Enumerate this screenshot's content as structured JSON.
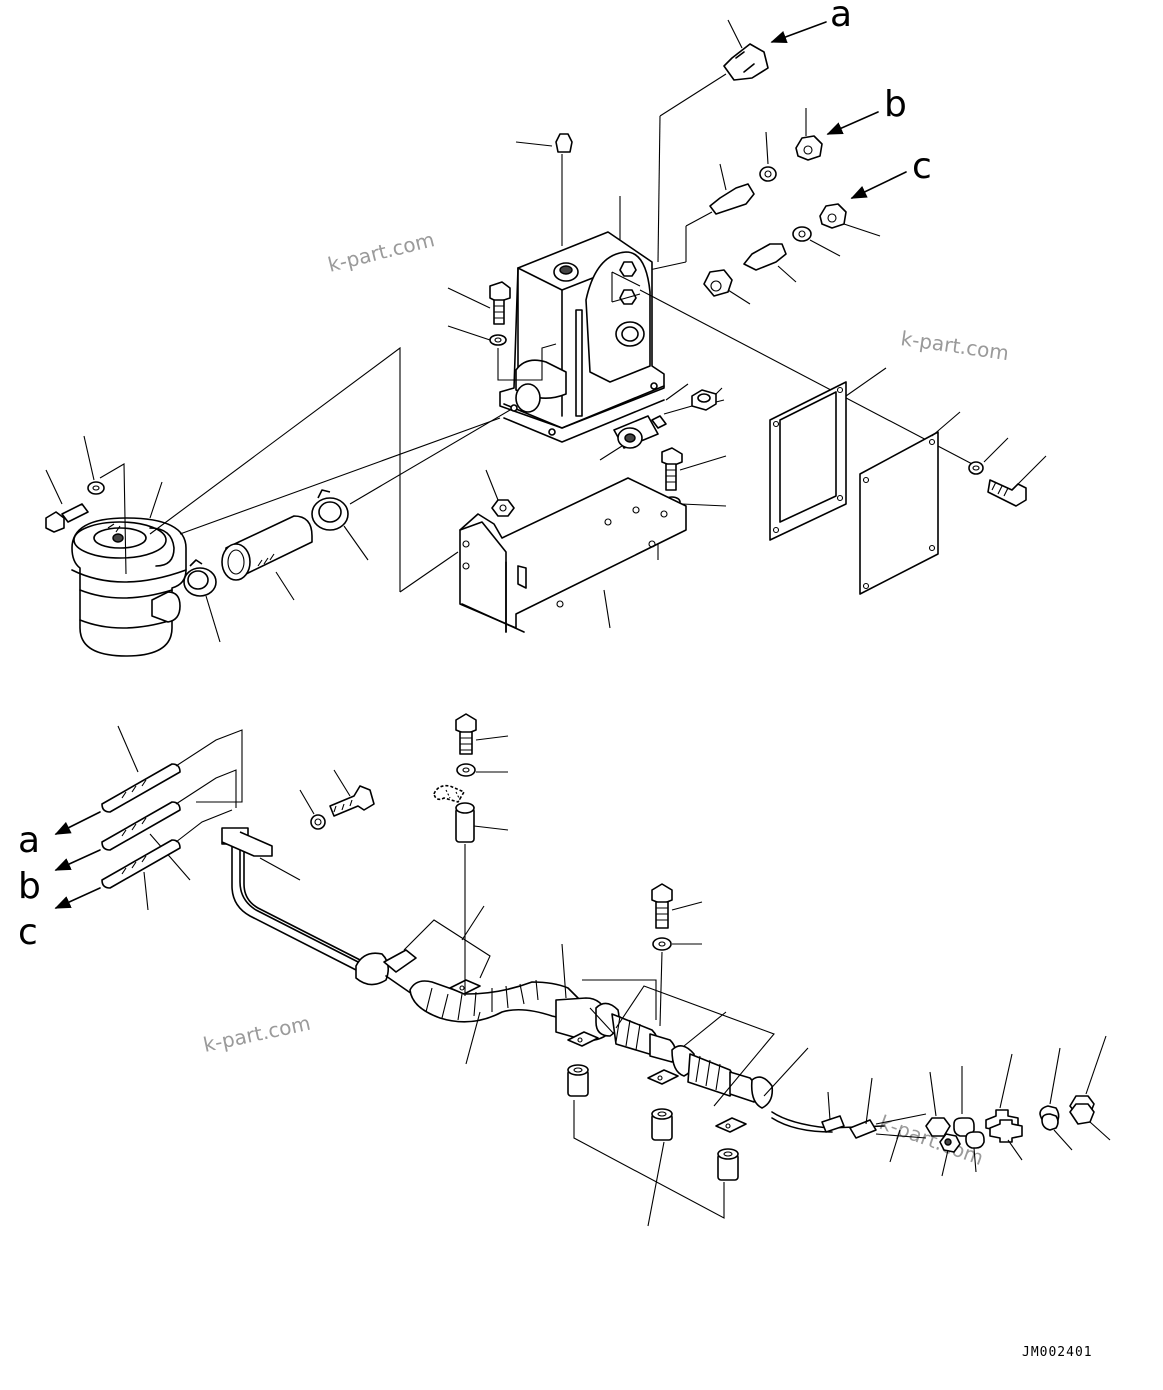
{
  "callouts": {
    "a_top": "a",
    "b_top": "b",
    "c_top": "c",
    "a_left": "a",
    "b_left": "b",
    "c_left": "c"
  },
  "watermarks": {
    "w1": "k-part.com",
    "w2": "k-part.com",
    "w3": "k-part.com",
    "w4": "k-part.com"
  },
  "drawing_code": "JM002401"
}
